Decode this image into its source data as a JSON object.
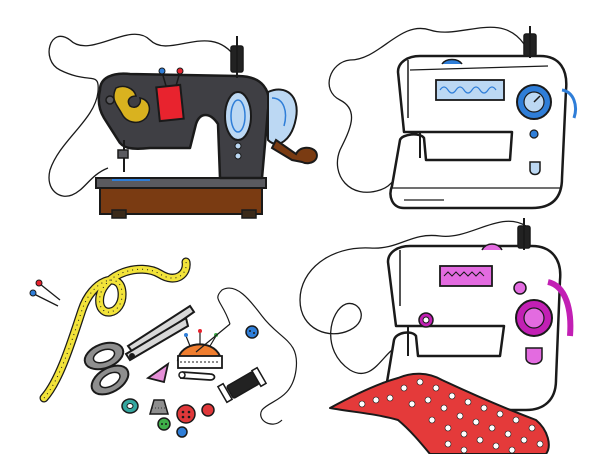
{
  "illustration": {
    "colors": {
      "outline": "#1a1a1a",
      "vintage_body": "#3f3f44",
      "vintage_base": "#7a3b12",
      "vintage_accent_red": "#e8232e",
      "vintage_ornament_gold": "#d9b21f",
      "blue_accent": "#2f7ed8",
      "light_blue_panel": "#bcd8f3",
      "magenta_accent": "#c21fb4",
      "light_magenta_panel": "#e36be0",
      "fabric_red": "#e43a3a",
      "fabric_dot": "#ffffff",
      "tape_yellow": "#f2e33a",
      "scissors_gray": "#8e8e8e",
      "pincushion_orange": "#ef7d2e",
      "button_red": "#e0383a",
      "button_teal": "#34a7a0",
      "button_green": "#3fae49",
      "chalk_pink": "#e58fd7",
      "thread_spool_black": "#222222"
    },
    "icons": [
      "vintage-sewing-machine",
      "modern-blue-sewing-machine",
      "modern-pink-sewing-machine",
      "polka-dot-fabric",
      "measuring-tape",
      "scissors",
      "pincushion",
      "sewing-buttons",
      "thread-spool",
      "tailor-chalk",
      "thimble",
      "safety-pin",
      "sewing-pins",
      "loose-thread"
    ]
  }
}
